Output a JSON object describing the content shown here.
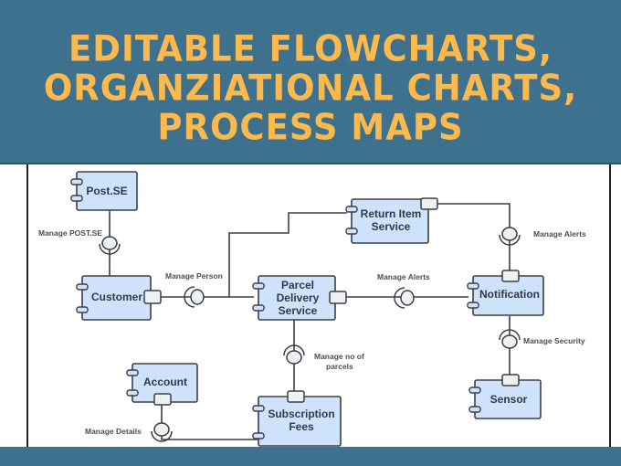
{
  "header": {
    "title_lines": [
      "EDITABLE FLOWCHARTS,",
      "ORGANZIATIONAL CHARTS,",
      "PROCESS MAPS"
    ],
    "background_color": "#3d718d",
    "title_color": "#fbb94e"
  },
  "diagram": {
    "type": "UML component diagram",
    "component_fill": "#cfe2fb",
    "component_stroke": "#3a3f46",
    "port_fill": "#eef1f4",
    "components": [
      {
        "id": "post_se",
        "label": "Post.SE"
      },
      {
        "id": "customer",
        "label": "Customer"
      },
      {
        "id": "return_item_service",
        "label_lines": [
          "Return Item",
          "Service"
        ]
      },
      {
        "id": "parcel_delivery_service",
        "label_lines": [
          "Parcel",
          "Delivery",
          "Service"
        ]
      },
      {
        "id": "notification",
        "label": "Notification"
      },
      {
        "id": "account",
        "label": "Account"
      },
      {
        "id": "subscription_fees",
        "label_lines": [
          "Subscription",
          "Fees"
        ]
      },
      {
        "id": "sensor",
        "label": "Sensor"
      }
    ],
    "interfaces": [
      {
        "label": "Manage POST.SE",
        "from": "post_se",
        "to": "customer"
      },
      {
        "label": "Manage Person",
        "from": "customer",
        "to": "parcel_delivery_service"
      },
      {
        "label": "Manage Alerts",
        "from": "parcel_delivery_service",
        "to": "notification"
      },
      {
        "label": "Manage Alerts",
        "from": "return_item_service",
        "to": "notification"
      },
      {
        "label": "Manage Security",
        "from": "notification",
        "to": "sensor"
      },
      {
        "label_lines": [
          "Manage  no of",
          "parcels"
        ],
        "from": "parcel_delivery_service",
        "to": "subscription_fees"
      },
      {
        "label": "Manage Details",
        "from": "account",
        "to": "subscription_fees"
      }
    ],
    "connections": [
      {
        "from": "customer",
        "to": "return_item_service"
      }
    ]
  }
}
